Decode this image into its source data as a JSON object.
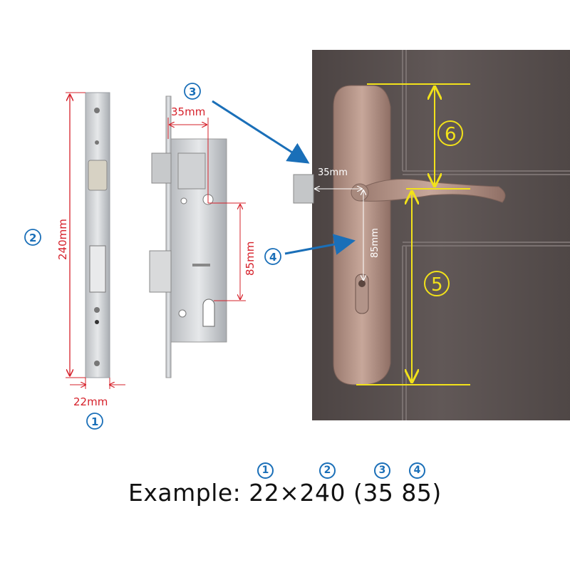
{
  "markers": {
    "m1": "1",
    "m2": "2",
    "m3": "3",
    "m4": "4",
    "m5": "5",
    "m6": "6"
  },
  "dimensions": {
    "faceplate_width": "22mm",
    "faceplate_height": "240mm",
    "backset": "35mm",
    "center_distance": "85mm",
    "door_backset": "35mm",
    "door_center_distance": "85mm"
  },
  "example": {
    "label": "Example:",
    "width": "22",
    "times": "×",
    "height": "240",
    "open_paren": "(",
    "backset": "35",
    "center": "85",
    "close_paren": ")"
  },
  "colors": {
    "dimension_red": "#d6202a",
    "marker_blue": "#1a6fb8",
    "door_yellow": "#f2e21a",
    "door": "#5a5150",
    "handle": "#b08d80"
  }
}
